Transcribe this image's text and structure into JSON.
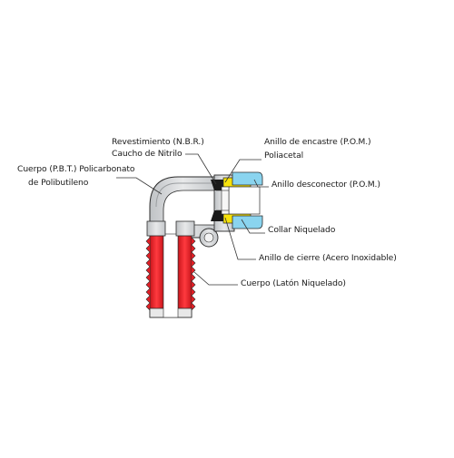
{
  "labels": {
    "revestimiento_line1": "Revestimiento (N.B.R.)",
    "revestimiento_line2": "Caucho de Nitrilo",
    "cuerpo_pbt_line1": "Cuerpo (P.B.T.) Policarbonato",
    "cuerpo_pbt_line2": "de Polibutileno",
    "anillo_encastre_line1": "Anillo de encastre (P.O.M.)",
    "anillo_encastre_line2": "Poliacetal",
    "anillo_desconector": "Anillo desconector (P.O.M.)",
    "collar": "Collar Niquelado",
    "anillo_cierre": "Anillo de cierre (Acero Inoxidable)",
    "cuerpo_laton": "Cuerpo (Latón Niquelado)"
  },
  "colors": {
    "grey_body": "#d4d6d8",
    "outline": "#2b2b2b",
    "red_thread": "#e51e25",
    "red_dark": "#b5161c",
    "yellow_collar": "#f6e20b",
    "blue_ring": "#8ad4ef",
    "black_seal": "#1a1a1a",
    "leader": "#333333"
  }
}
